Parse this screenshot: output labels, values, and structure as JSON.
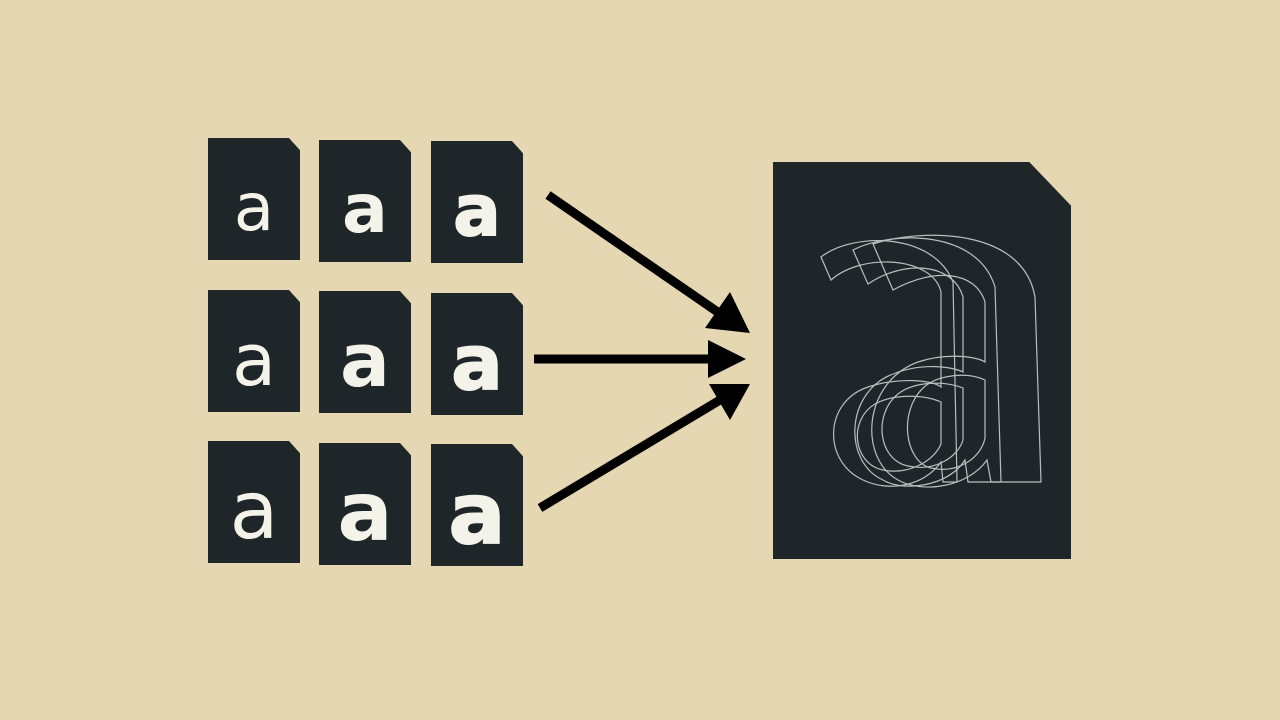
{
  "diagram": {
    "background_color": "#e4d7b2",
    "document_color": "#1f2629",
    "glyph_color": "#f4f3ea",
    "outline_color": "#b9bfbf",
    "arrow_color": "#000000",
    "static_font_files": {
      "rows": [
        {
          "cells": [
            {
              "glyph": "a",
              "weight": "light"
            },
            {
              "glyph": "a",
              "weight": "bold"
            },
            {
              "glyph": "a",
              "weight": "heavy"
            }
          ]
        },
        {
          "cells": [
            {
              "glyph": "a",
              "weight": "light"
            },
            {
              "glyph": "a",
              "weight": "bold"
            },
            {
              "glyph": "a",
              "weight": "heavy"
            }
          ]
        },
        {
          "cells": [
            {
              "glyph": "a",
              "weight": "light"
            },
            {
              "glyph": "a",
              "weight": "bold"
            },
            {
              "glyph": "a",
              "weight": "heavy"
            }
          ]
        }
      ]
    },
    "arrows": [
      "upper-arrow",
      "middle-arrow",
      "lower-arrow"
    ],
    "variable_font_file": {
      "glyph": "a",
      "outline_count": 3
    }
  }
}
